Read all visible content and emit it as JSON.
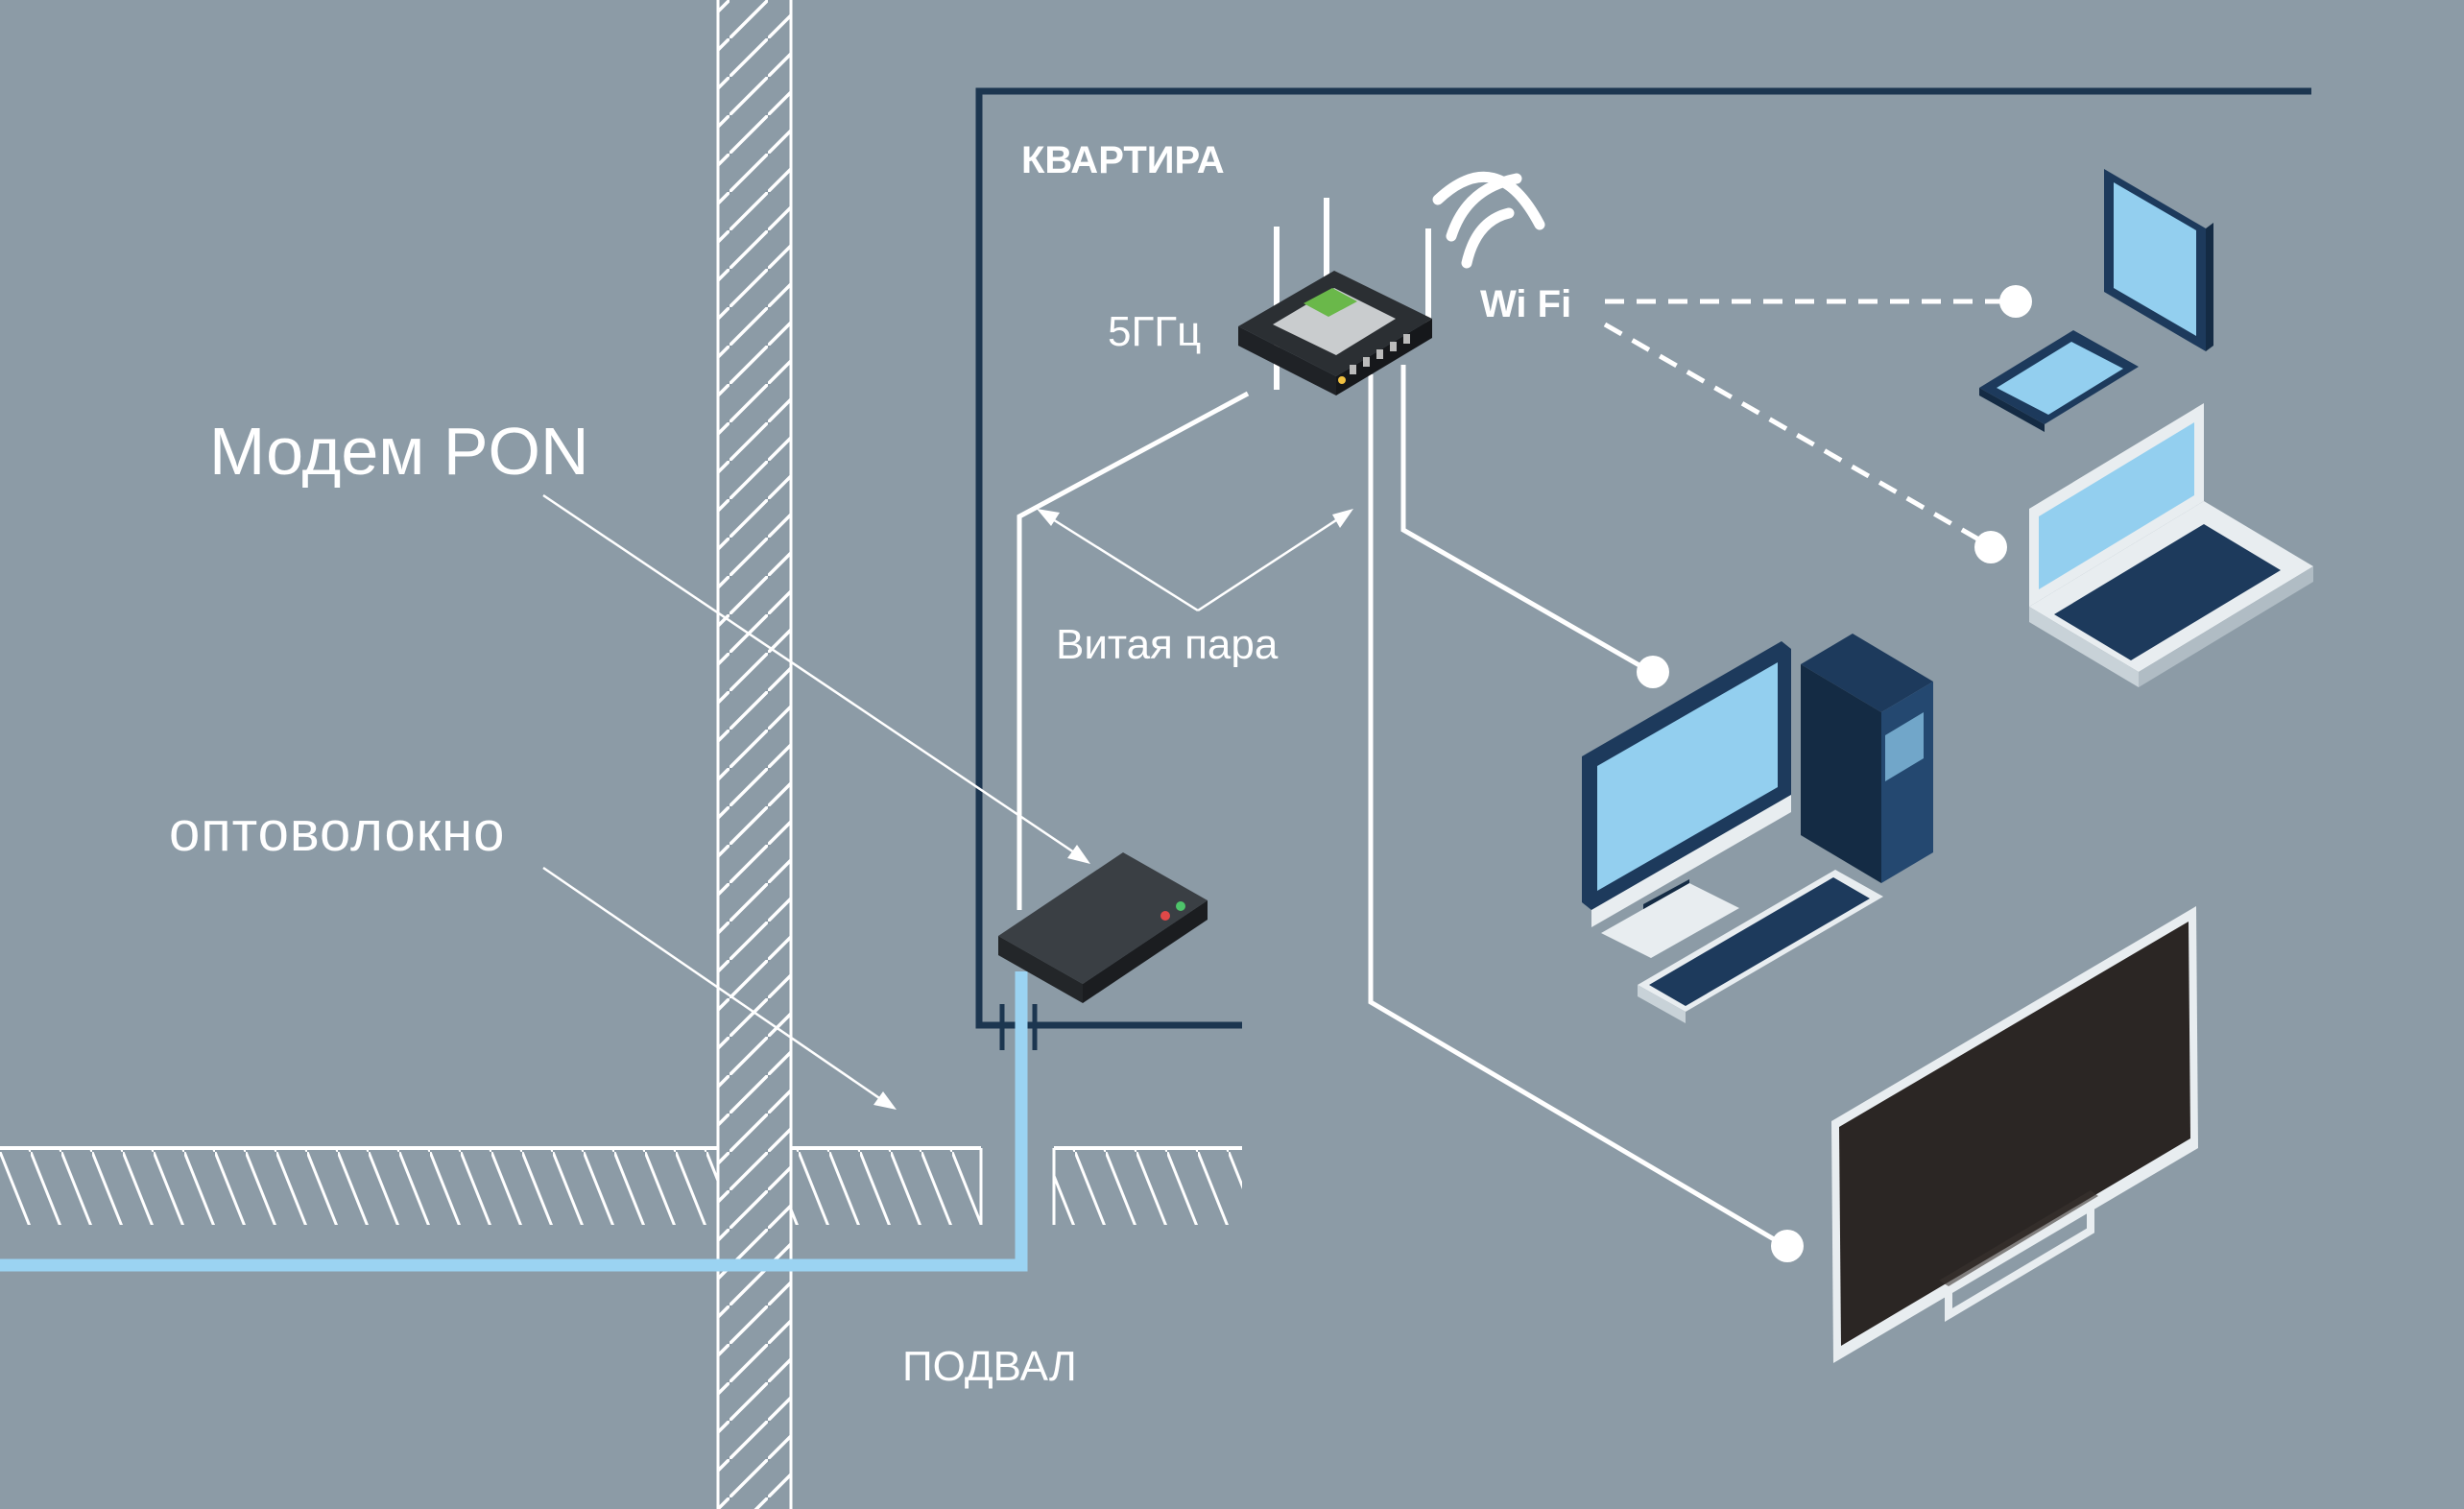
{
  "labels": {
    "modem": "Модем PON",
    "fiber": "оптоволокно",
    "apartment": "КВАРТИРА",
    "freq": "5ГГц",
    "wifi": "Wi Fi",
    "twisted_pair": "Витая пара",
    "basement": "ПОДВАЛ"
  },
  "colors": {
    "background": "#8c9ba6",
    "fiber": "#9bd3f2",
    "apartment_wall": "#1c3650",
    "wire": "#ffffff",
    "device_dark": "#2b2f33",
    "screen": "#93cfef",
    "device_navy": "#1d3a5c"
  },
  "icons": [
    "pon-modem-icon",
    "router-icon",
    "wifi-signal-icon",
    "tablet-icon",
    "smartphone-icon",
    "laptop-icon",
    "desktop-computer-icon",
    "tv-icon"
  ]
}
